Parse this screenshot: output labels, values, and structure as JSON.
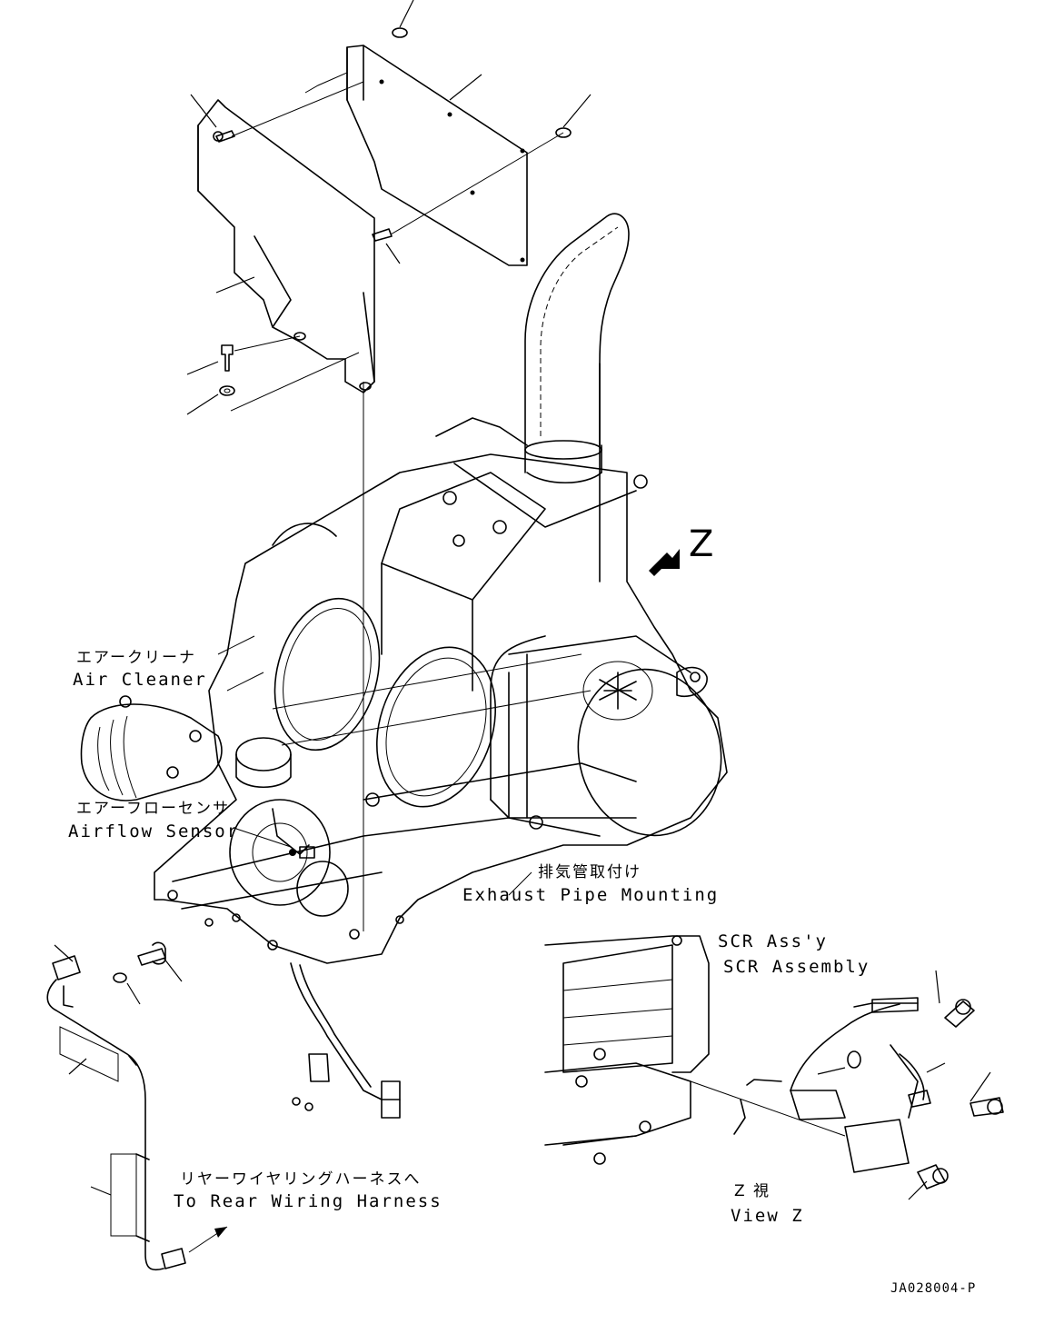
{
  "labels": {
    "air_cleaner_jp": "エアークリーナ",
    "air_cleaner_en": "Air Cleaner",
    "airflow_sensor_jp": "エアーフローセンサ",
    "airflow_sensor_en": "Airflow Sensor",
    "exhaust_pipe_jp": "排気管取付け",
    "exhaust_pipe_en": "Exhaust Pipe Mounting",
    "scr_jp": "SCR Ass'y",
    "scr_en": "SCR Assembly",
    "rear_harness_jp": "リヤーワイヤリングハーネスへ",
    "rear_harness_en": "To Rear Wiring Harness",
    "view_z_jp": "Z 視",
    "view_z_en": "View Z",
    "z_marker": "Z",
    "doc_id": "JA028004-P"
  }
}
